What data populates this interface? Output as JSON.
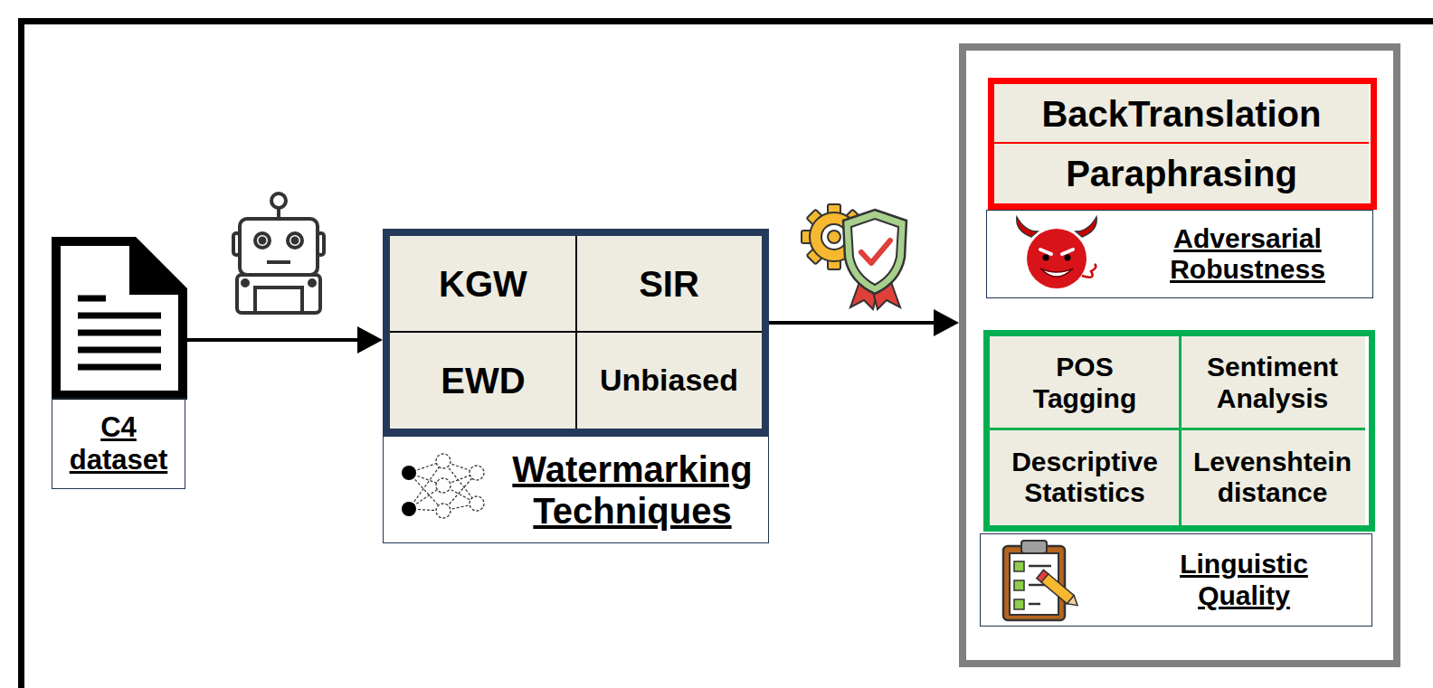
{
  "diagram": {
    "nodes": [
      {
        "text": [
          "C4 dataset"
        ]
      },
      {
        "text": [
          "Watermarking Techniques"
        ]
      },
      {
        "text": [
          "KGW"
        ],
        "in": 1
      },
      {
        "text": [
          "SIR"
        ],
        "in": 1
      },
      {
        "text": [
          "EWD"
        ],
        "in": 1
      },
      {
        "text": [
          "Unbiased"
        ],
        "in": 1
      },
      {
        "text": []
      },
      {
        "text": [
          "Adversarial Robustness"
        ],
        "in": 6
      },
      {
        "text": [
          "BackTranslation"
        ],
        "in": 7
      },
      {
        "text": [
          "Paraphrasing"
        ],
        "in": 7
      },
      {
        "text": [
          "Linguistic Quality"
        ],
        "in": 6
      },
      {
        "text": [
          "POS Tagging"
        ],
        "in": 10
      },
      {
        "text": [
          "Sentiment Analysis"
        ],
        "in": 10
      },
      {
        "text": [
          "Descriptive Statistics"
        ],
        "in": 10
      },
      {
        "text": [
          "Levenshtein distance"
        ],
        "in": 10
      }
    ],
    "edges": [
      {
        "from": 0,
        "to": 1,
        "arrow": "to"
      },
      {
        "from": 1,
        "to": 6,
        "arrow": "to"
      }
    ]
  }
}
